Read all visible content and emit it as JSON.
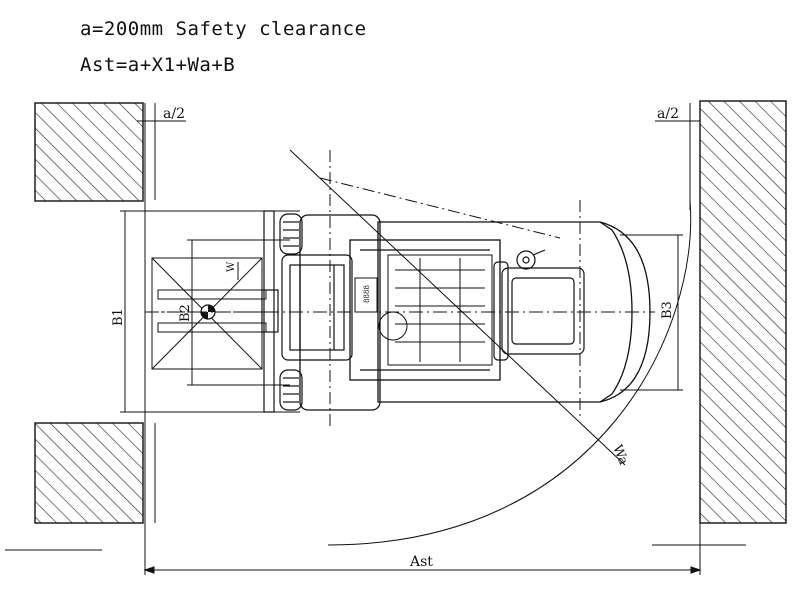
{
  "notes": {
    "clearance": "a=200mm Safety clearance",
    "formula": "Ast=a+X1+Wa+B"
  },
  "labels": {
    "half_a_left": "a/2",
    "half_a_right": "a/2",
    "b1": "B1",
    "b2": "B2",
    "b3": "B3",
    "w": "W",
    "wa": "Wa",
    "ast": "Ast",
    "panel": "8888"
  },
  "colors": {
    "line": "#111111",
    "hatch": "#222222"
  }
}
